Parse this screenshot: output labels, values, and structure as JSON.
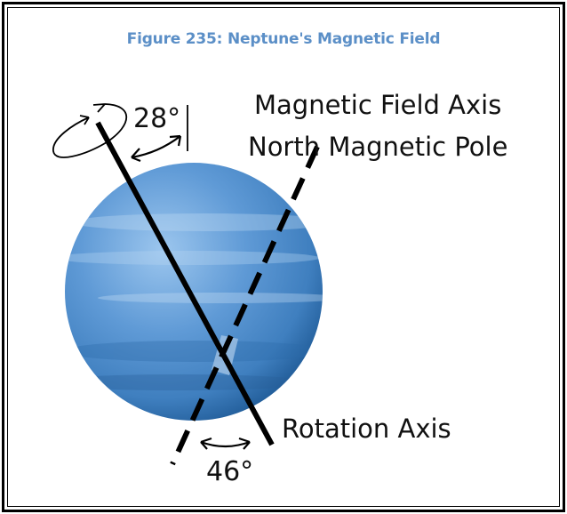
{
  "figure": {
    "caption": "Figure 235: Neptune's Magnetic Field"
  },
  "labels": {
    "magnetic_field_axis": "Magnetic Field Axis",
    "north_magnetic_pole": "North Magnetic Pole",
    "rotation_axis": "Rotation Axis",
    "tilt_angle": "28°",
    "offset_angle": "46°"
  },
  "colors": {
    "caption": "#5b8fc7",
    "planet_light": "#9cc6ee",
    "planet_mid": "#4f90d0",
    "planet_dark": "#1f5a96"
  }
}
